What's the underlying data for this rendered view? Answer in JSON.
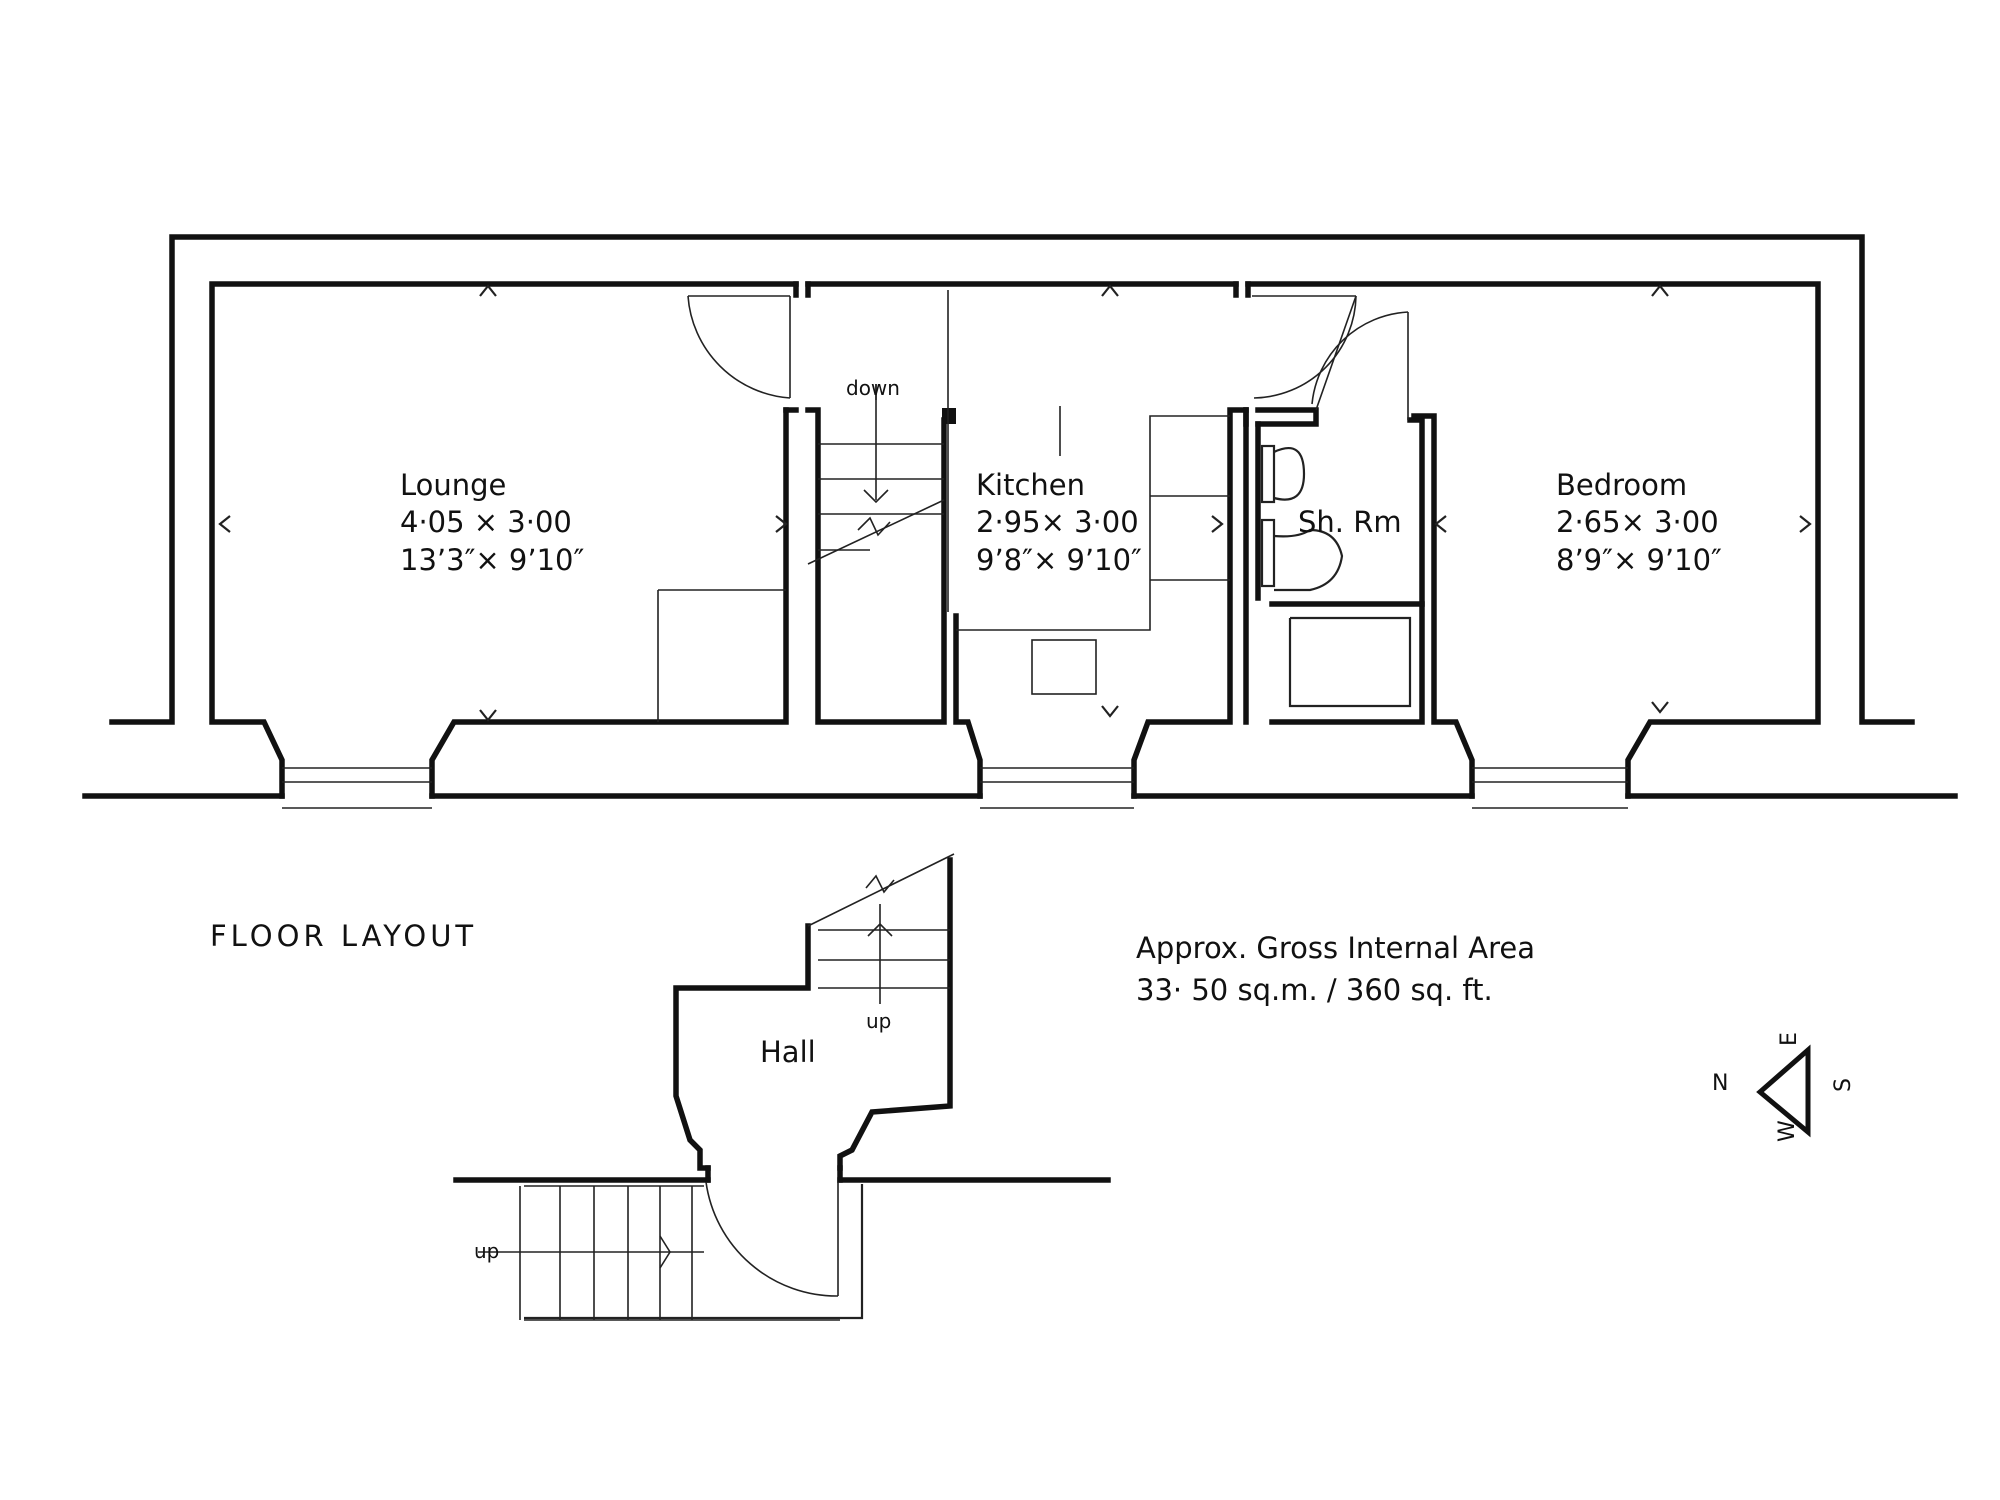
{
  "rooms": {
    "lounge": {
      "name": "Lounge",
      "metric": "4·05 × 3·00",
      "imperial": "13’3″× 9’10″"
    },
    "kitchen": {
      "name": "Kitchen",
      "metric": "2·95× 3·00",
      "imperial": "9’8″× 9’10″"
    },
    "shower": {
      "name": "Sh. Rm"
    },
    "bedroom": {
      "name": "Bedroom",
      "metric": "2·65× 3·00",
      "imperial": "8’9″× 9’10″"
    },
    "hall": {
      "name": "Hall"
    }
  },
  "stairs": {
    "upper_label": "down",
    "hall_label": "up",
    "entrance_label": "up"
  },
  "title": "FLOOR  LAYOUT",
  "area": {
    "line1": "Approx. Gross Internal Area",
    "line2": "33· 50 sq.m. / 360 sq. ft."
  },
  "compass": {
    "n": "N",
    "e": "E",
    "s": "S",
    "w": "W"
  }
}
